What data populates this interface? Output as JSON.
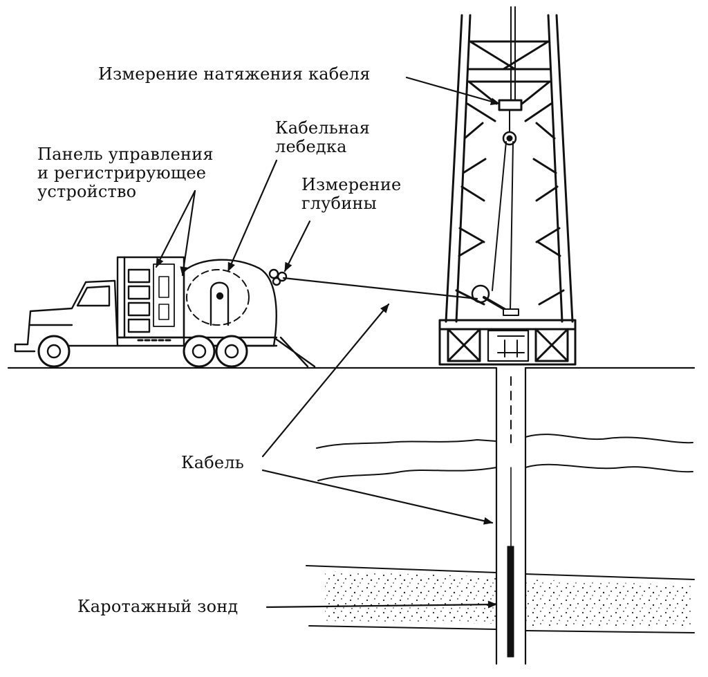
{
  "labels": {
    "cable_tension": "Измерение натяжения кабеля",
    "cable_winch": [
      "Кабельная",
      "лебедка"
    ],
    "control_panel": [
      "Панель управления",
      "и регистрирующее",
      "устройство"
    ],
    "depth_measurement": [
      "Измерение",
      "глубины"
    ],
    "cable": "Кабель",
    "logging_probe": "Каротажный зонд"
  },
  "colors": {
    "ink": "#111111",
    "paper": "#ffffff"
  }
}
